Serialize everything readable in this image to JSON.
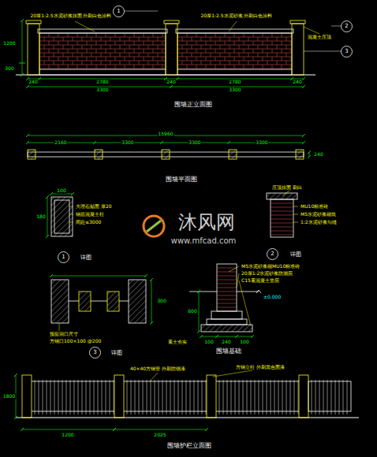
{
  "diagram": {
    "nodes": [
      {
        "text": [
          "1"
        ]
      },
      {
        "text": [
          "2"
        ]
      },
      {
        "text": [
          "3"
        ]
      },
      {
        "text": [
          "1"
        ]
      },
      {
        "text": [
          "2"
        ]
      },
      {
        "text": [
          "3"
        ]
      }
    ],
    "labels": [
      "20厚1:2.5水泥砂浆抹面 外刷白色涂料",
      "20厚1:2.5水泥砂浆 外刷白色涂料",
      "混凝土压顶",
      "1200",
      "300",
      "240",
      "2780",
      "240",
      "2780",
      "240",
      "3300",
      "3300",
      "围墙正立面图",
      "15960",
      "2160",
      "3300",
      "3300",
      "3300",
      "240",
      "围墙平面图",
      "100",
      "180",
      "大理石贴面 厚20",
      "钢筋混凝土柱",
      "间距≤3000",
      "压顶抹面 刷白",
      "MU10标准砖",
      "M5水泥砂浆砌筑",
      "1:2水泥砂浆勾缝",
      "详图",
      "详图",
      "详图",
      "预留洞口尺寸",
      "方钢口100×100 @200",
      "300",
      "M5水泥砂浆砌MU10标准砖",
      "20厚1:2水泥砂浆防潮层",
      "C15素混凝土垫层",
      "±0.000",
      "600",
      "100",
      "240",
      "100",
      "素土夯实",
      "围墙基础",
      "40×40方钢管 外刷防锈漆",
      "方钢立柱 外刷黑色面漆",
      "1800",
      "1200",
      "2025",
      "围墙护栏立面图",
      "沐风网",
      "www.mfcad.com"
    ]
  }
}
